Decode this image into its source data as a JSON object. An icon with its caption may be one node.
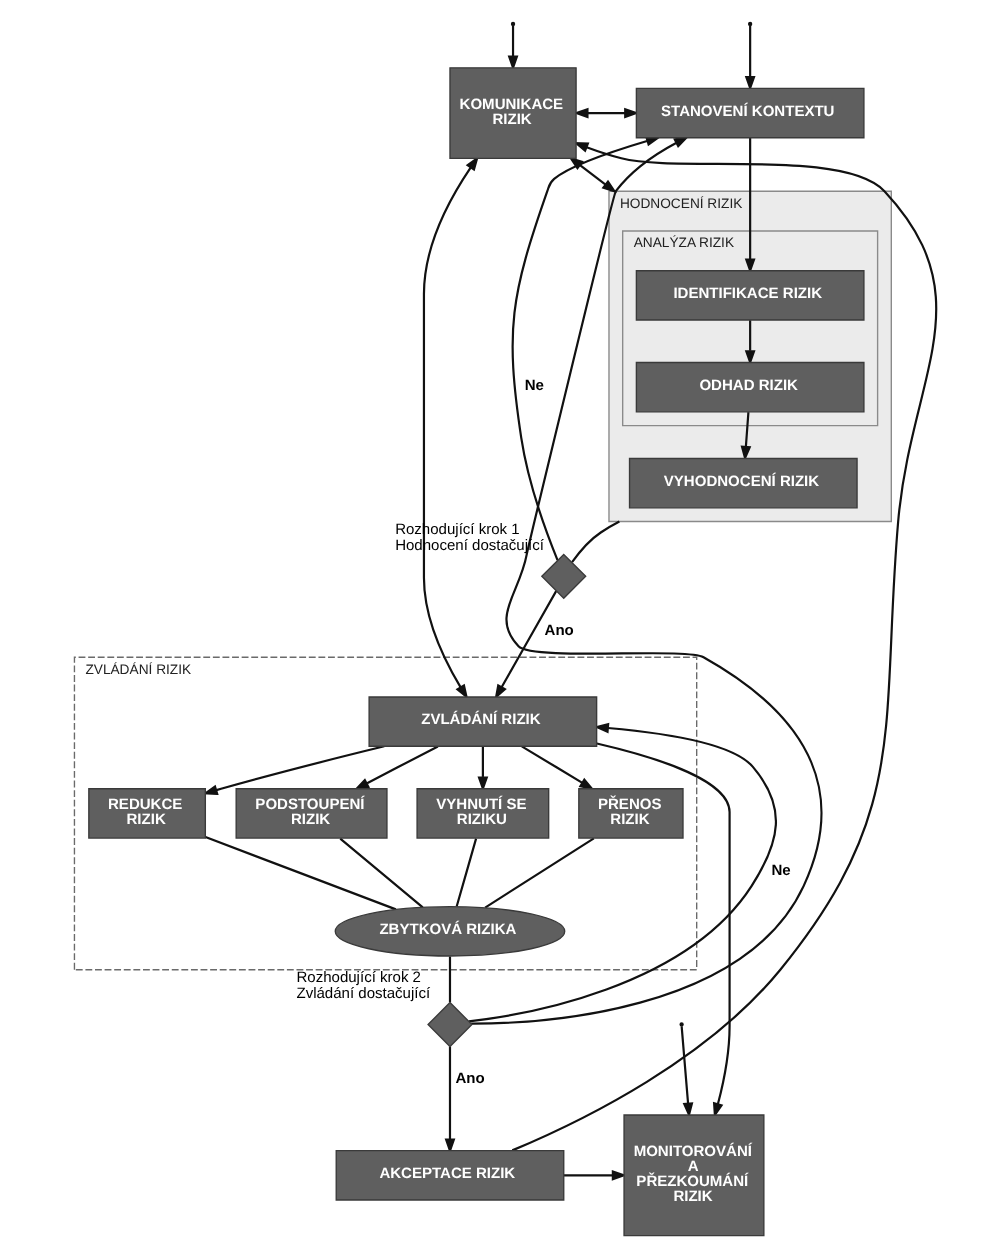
{
  "diagram": {
    "nodes": [
      {
        "text": [
          "KOMUNIKACE RIZIK"
        ]
      },
      {
        "text": [
          "STANOVENÍ KONTEXTU"
        ]
      },
      {
        "text": [
          "HODNOCENÍ RIZIK"
        ]
      },
      {
        "text": [
          "ANALÝZA RIZIK"
        ],
        "in": 2
      },
      {
        "text": [
          "IDENTIFIKACE RIZIK"
        ],
        "in": 3
      },
      {
        "text": [
          "ODHAD RIZIK"
        ],
        "in": 3
      },
      {
        "text": [
          "VYHODNOCENÍ RIZIK"
        ],
        "in": 2
      },
      {
        "text": [],
        "shape": "diamond",
        "beside": [
          "Rozhodující krok 1 Hodnocení dostačující"
        ]
      },
      {
        "text": [
          "ZVLÁDÁNÍ RIZIK"
        ]
      },
      {
        "text": [
          "ZVLÁDÁNÍ RIZIK"
        ],
        "in": 8
      },
      {
        "text": [
          "REDUKCE RIZIK"
        ],
        "in": 8
      },
      {
        "text": [
          "PODSTOUPENÍ RIZIK"
        ],
        "in": 8
      },
      {
        "text": [
          "VYHNUTÍ SE RIZIKU"
        ],
        "in": 8
      },
      {
        "text": [
          "PŘENOS RIZIK"
        ],
        "in": 8
      },
      {
        "text": [
          "ZBYTKOVÁ RIZIKA"
        ],
        "in": 8
      },
      {
        "text": [],
        "shape": "diamond",
        "beside": [
          "Rozhodující krok 2 Zvládání dostačující"
        ]
      },
      {
        "text": [
          "AKCEPTACE RIZIK"
        ]
      },
      {
        "text": [
          "MONITOROVÁNÍ A PŘEZKOUMÁNÍ RIZIK"
        ]
      }
    ],
    "edges": [
      {
        "from": null,
        "to": 0,
        "arrow": "to"
      },
      {
        "from": null,
        "to": 1,
        "arrow": "to"
      },
      {
        "from": null,
        "to": 17,
        "arrow": "to"
      },
      {
        "from": 0,
        "to": 1,
        "arrow": "both"
      },
      {
        "from": 1,
        "to": 4,
        "arrow": "to"
      },
      {
        "from": 4,
        "to": 5,
        "arrow": "to"
      },
      {
        "from": 0,
        "to": 2,
        "arrow": "both"
      },
      {
        "from": 5,
        "to": 6,
        "arrow": "to"
      },
      {
        "from": 2,
        "to": 7,
        "arrow": "none"
      },
      {
        "from": 7,
        "to": 1,
        "arrow": "to",
        "label": "Ne"
      },
      {
        "from": 7,
        "to": 9,
        "arrow": "to",
        "label": "Ano"
      },
      {
        "from": 0,
        "to": 9,
        "arrow": "both"
      },
      {
        "from": 9,
        "to": 17,
        "arrow": "to"
      },
      {
        "from": 15,
        "to": 9,
        "arrow": "to",
        "label": "Ne"
      },
      {
        "from": 15,
        "to": 1,
        "arrow": "to"
      },
      {
        "from": 9,
        "to": 10,
        "arrow": "to"
      },
      {
        "from": 9,
        "to": 11,
        "arrow": "to"
      },
      {
        "from": 9,
        "to": 12,
        "arrow": "to"
      },
      {
        "from": 9,
        "to": 13,
        "arrow": "to"
      },
      {
        "from": 10,
        "to": 14,
        "arrow": "none"
      },
      {
        "from": 11,
        "to": 14,
        "arrow": "none"
      },
      {
        "from": 12,
        "to": 14,
        "arrow": "none"
      },
      {
        "from": 13,
        "to": 14,
        "arrow": "none"
      },
      {
        "from": 14,
        "to": 15,
        "arrow": "none"
      },
      {
        "from": 15,
        "to": 16,
        "arrow": "to",
        "label": "Ano"
      },
      {
        "from": 16,
        "to": 0,
        "arrow": "to"
      },
      {
        "from": 16,
        "to": 17,
        "arrow": "to"
      }
    ]
  }
}
